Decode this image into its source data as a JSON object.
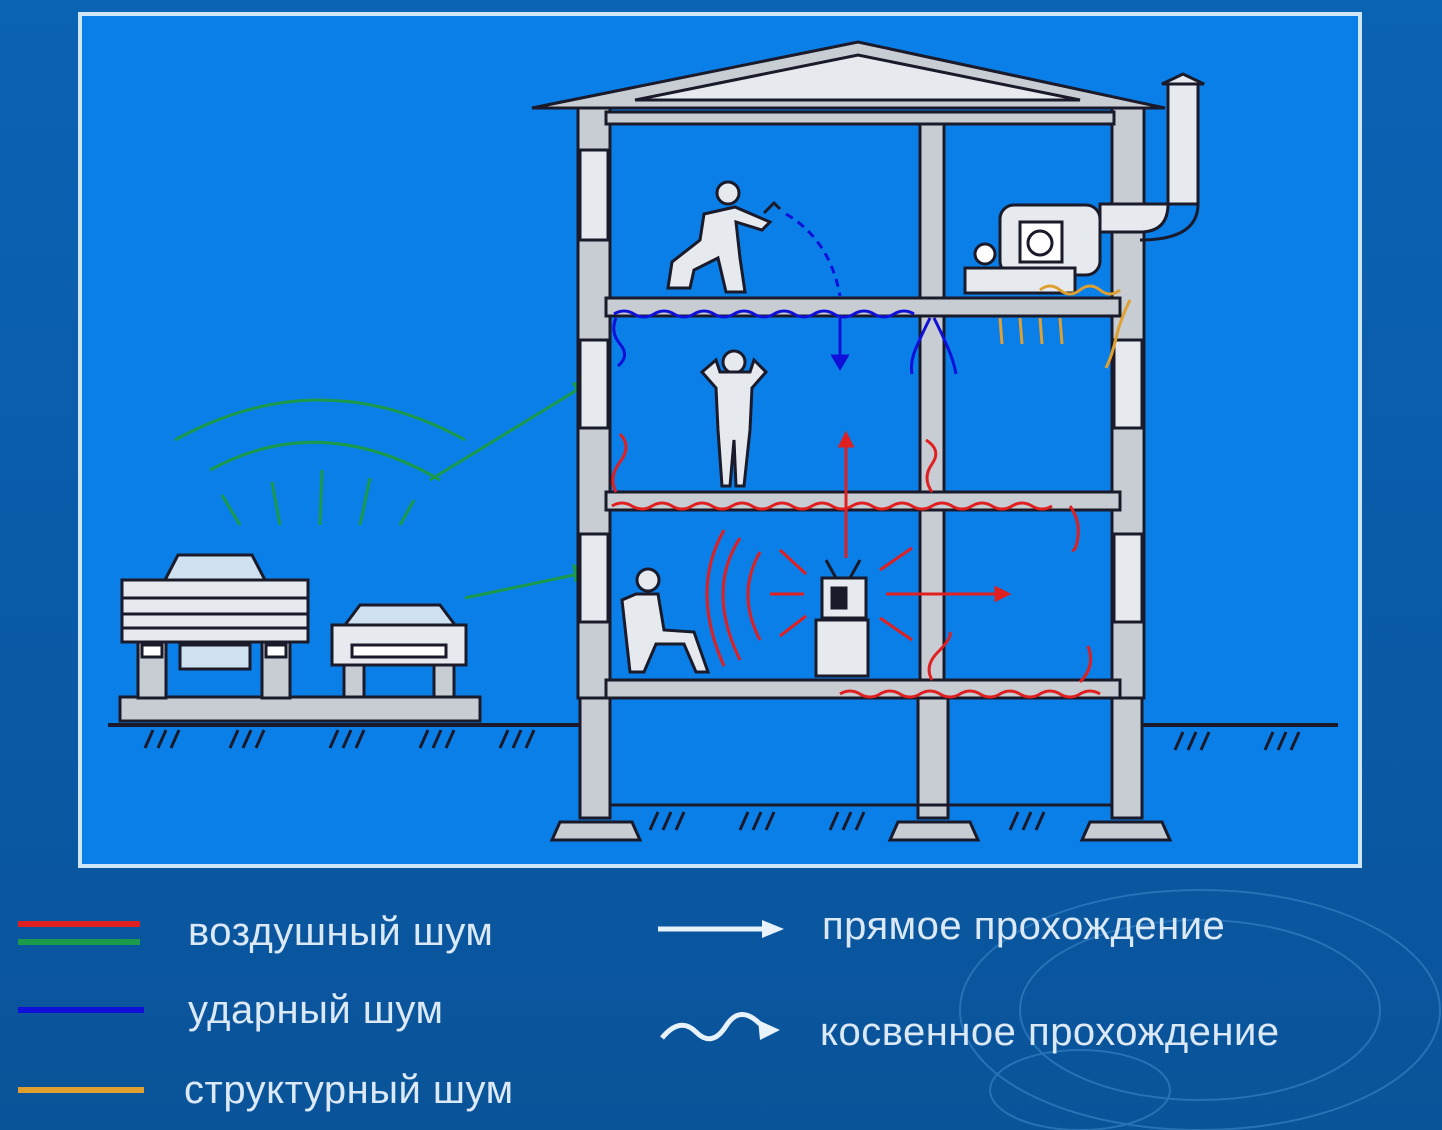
{
  "legend": {
    "airborne": {
      "label": "воздушный шум",
      "colors": [
        "#e02020",
        "#1a9a4a"
      ]
    },
    "impact": {
      "label": "ударный шум",
      "color": "#1010d8"
    },
    "structural": {
      "label": "структурный шум",
      "color": "#e0a030"
    },
    "direct": {
      "label": "прямое прохождение",
      "color": "#e8f2fb"
    },
    "indirect": {
      "label": "косвенное прохождение",
      "color": "#e8f2fb"
    }
  },
  "colors": {
    "background": "#0a5aa6",
    "panel": "#0a7fe8",
    "panel_border": "#cfe6f8",
    "building": "#c7cdd3",
    "outline": "#1a1a2a"
  }
}
